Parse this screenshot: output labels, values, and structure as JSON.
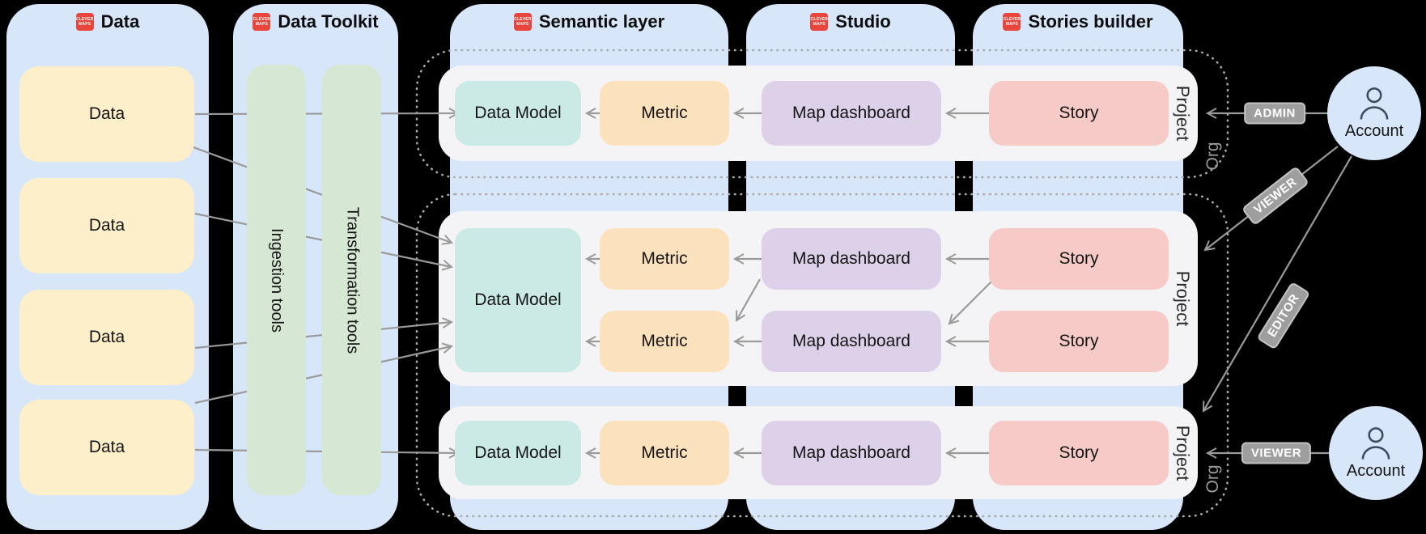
{
  "logo": {
    "line1": "CLEVER",
    "line2": "MAPS"
  },
  "columns": [
    {
      "title": "Data"
    },
    {
      "title": "Data Toolkit"
    },
    {
      "title": "Semantic layer"
    },
    {
      "title": "Studio"
    },
    {
      "title": "Stories builder"
    }
  ],
  "data_sources": [
    {
      "label": "Data"
    },
    {
      "label": "Data"
    },
    {
      "label": "Data"
    },
    {
      "label": "Data"
    }
  ],
  "toolkit": {
    "tools": [
      {
        "label": "Ingestion tools"
      },
      {
        "label": "Transformation tools"
      }
    ]
  },
  "orgs": [
    {
      "label": "Org"
    },
    {
      "label": "Org"
    }
  ],
  "projects": [
    {
      "label": "Project",
      "data_model": "Data Model",
      "metrics": [
        {
          "label": "Metric"
        }
      ],
      "dashboards": [
        {
          "label": "Map dashboard"
        }
      ],
      "stories": [
        {
          "label": "Story"
        }
      ]
    },
    {
      "label": "Project",
      "data_model": "Data Model",
      "metrics": [
        {
          "label": "Metric"
        },
        {
          "label": "Metric"
        }
      ],
      "dashboards": [
        {
          "label": "Map dashboard"
        },
        {
          "label": "Map dashboard"
        }
      ],
      "stories": [
        {
          "label": "Story"
        },
        {
          "label": "Story"
        }
      ]
    },
    {
      "label": "Project",
      "data_model": "Data Model",
      "metrics": [
        {
          "label": "Metric"
        }
      ],
      "dashboards": [
        {
          "label": "Map dashboard"
        }
      ],
      "stories": [
        {
          "label": "Story"
        }
      ]
    }
  ],
  "accounts": [
    {
      "label": "Account"
    },
    {
      "label": "Account"
    }
  ],
  "role_badges": [
    {
      "label": "ADMIN"
    },
    {
      "label": "VIEWER"
    },
    {
      "label": "EDITOR"
    },
    {
      "label": "VIEWER"
    }
  ],
  "colors": {
    "background": "#000000",
    "column_blue": "#d8e6f9",
    "project_band": "#f4f4f6",
    "data_yellow": "#fdefca",
    "tools_green": "#d6e8d3",
    "data_model_teal": "#cbeae6",
    "metric_orange": "#fce1bd",
    "dashboard_purple": "#dcd1e8",
    "story_pink": "#f6cac7",
    "connector_gray": "#9a9a9a",
    "org_dotted_gray": "#aaaaaa",
    "badge_gray": "#9e9e9e",
    "logo_red": "#e8453c"
  }
}
